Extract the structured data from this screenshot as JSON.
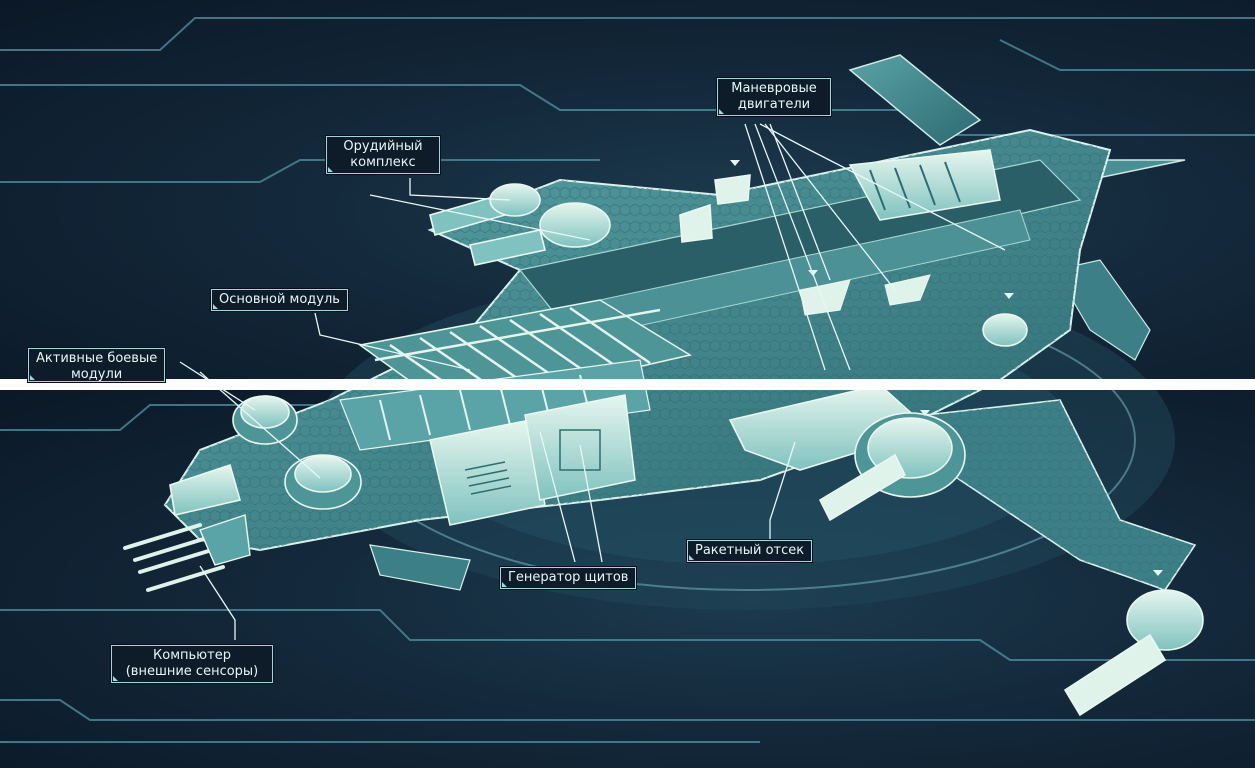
{
  "labels": {
    "weapon_complex": [
      "Орудийный",
      "комплекс"
    ],
    "maneuver_engines": [
      "Маневровые",
      "двигатели"
    ],
    "main_module": [
      "Основной модуль"
    ],
    "active_combat_modules": [
      "Активные боевые",
      "модули"
    ],
    "shield_generator": [
      "Генератор щитов"
    ],
    "missile_bay": [
      "Ракетный отсек"
    ],
    "computer": [
      "Компьютер",
      "(внешние сенсоры)"
    ]
  },
  "colors": {
    "background": "#13283a",
    "hull": "#3d7f86",
    "hull_light": "#8fd0cc",
    "hull_highlight": "#dff3ea",
    "trace": "#4f93a6",
    "label_border": "#9fd6e0",
    "label_text": "#e8f6f8"
  }
}
